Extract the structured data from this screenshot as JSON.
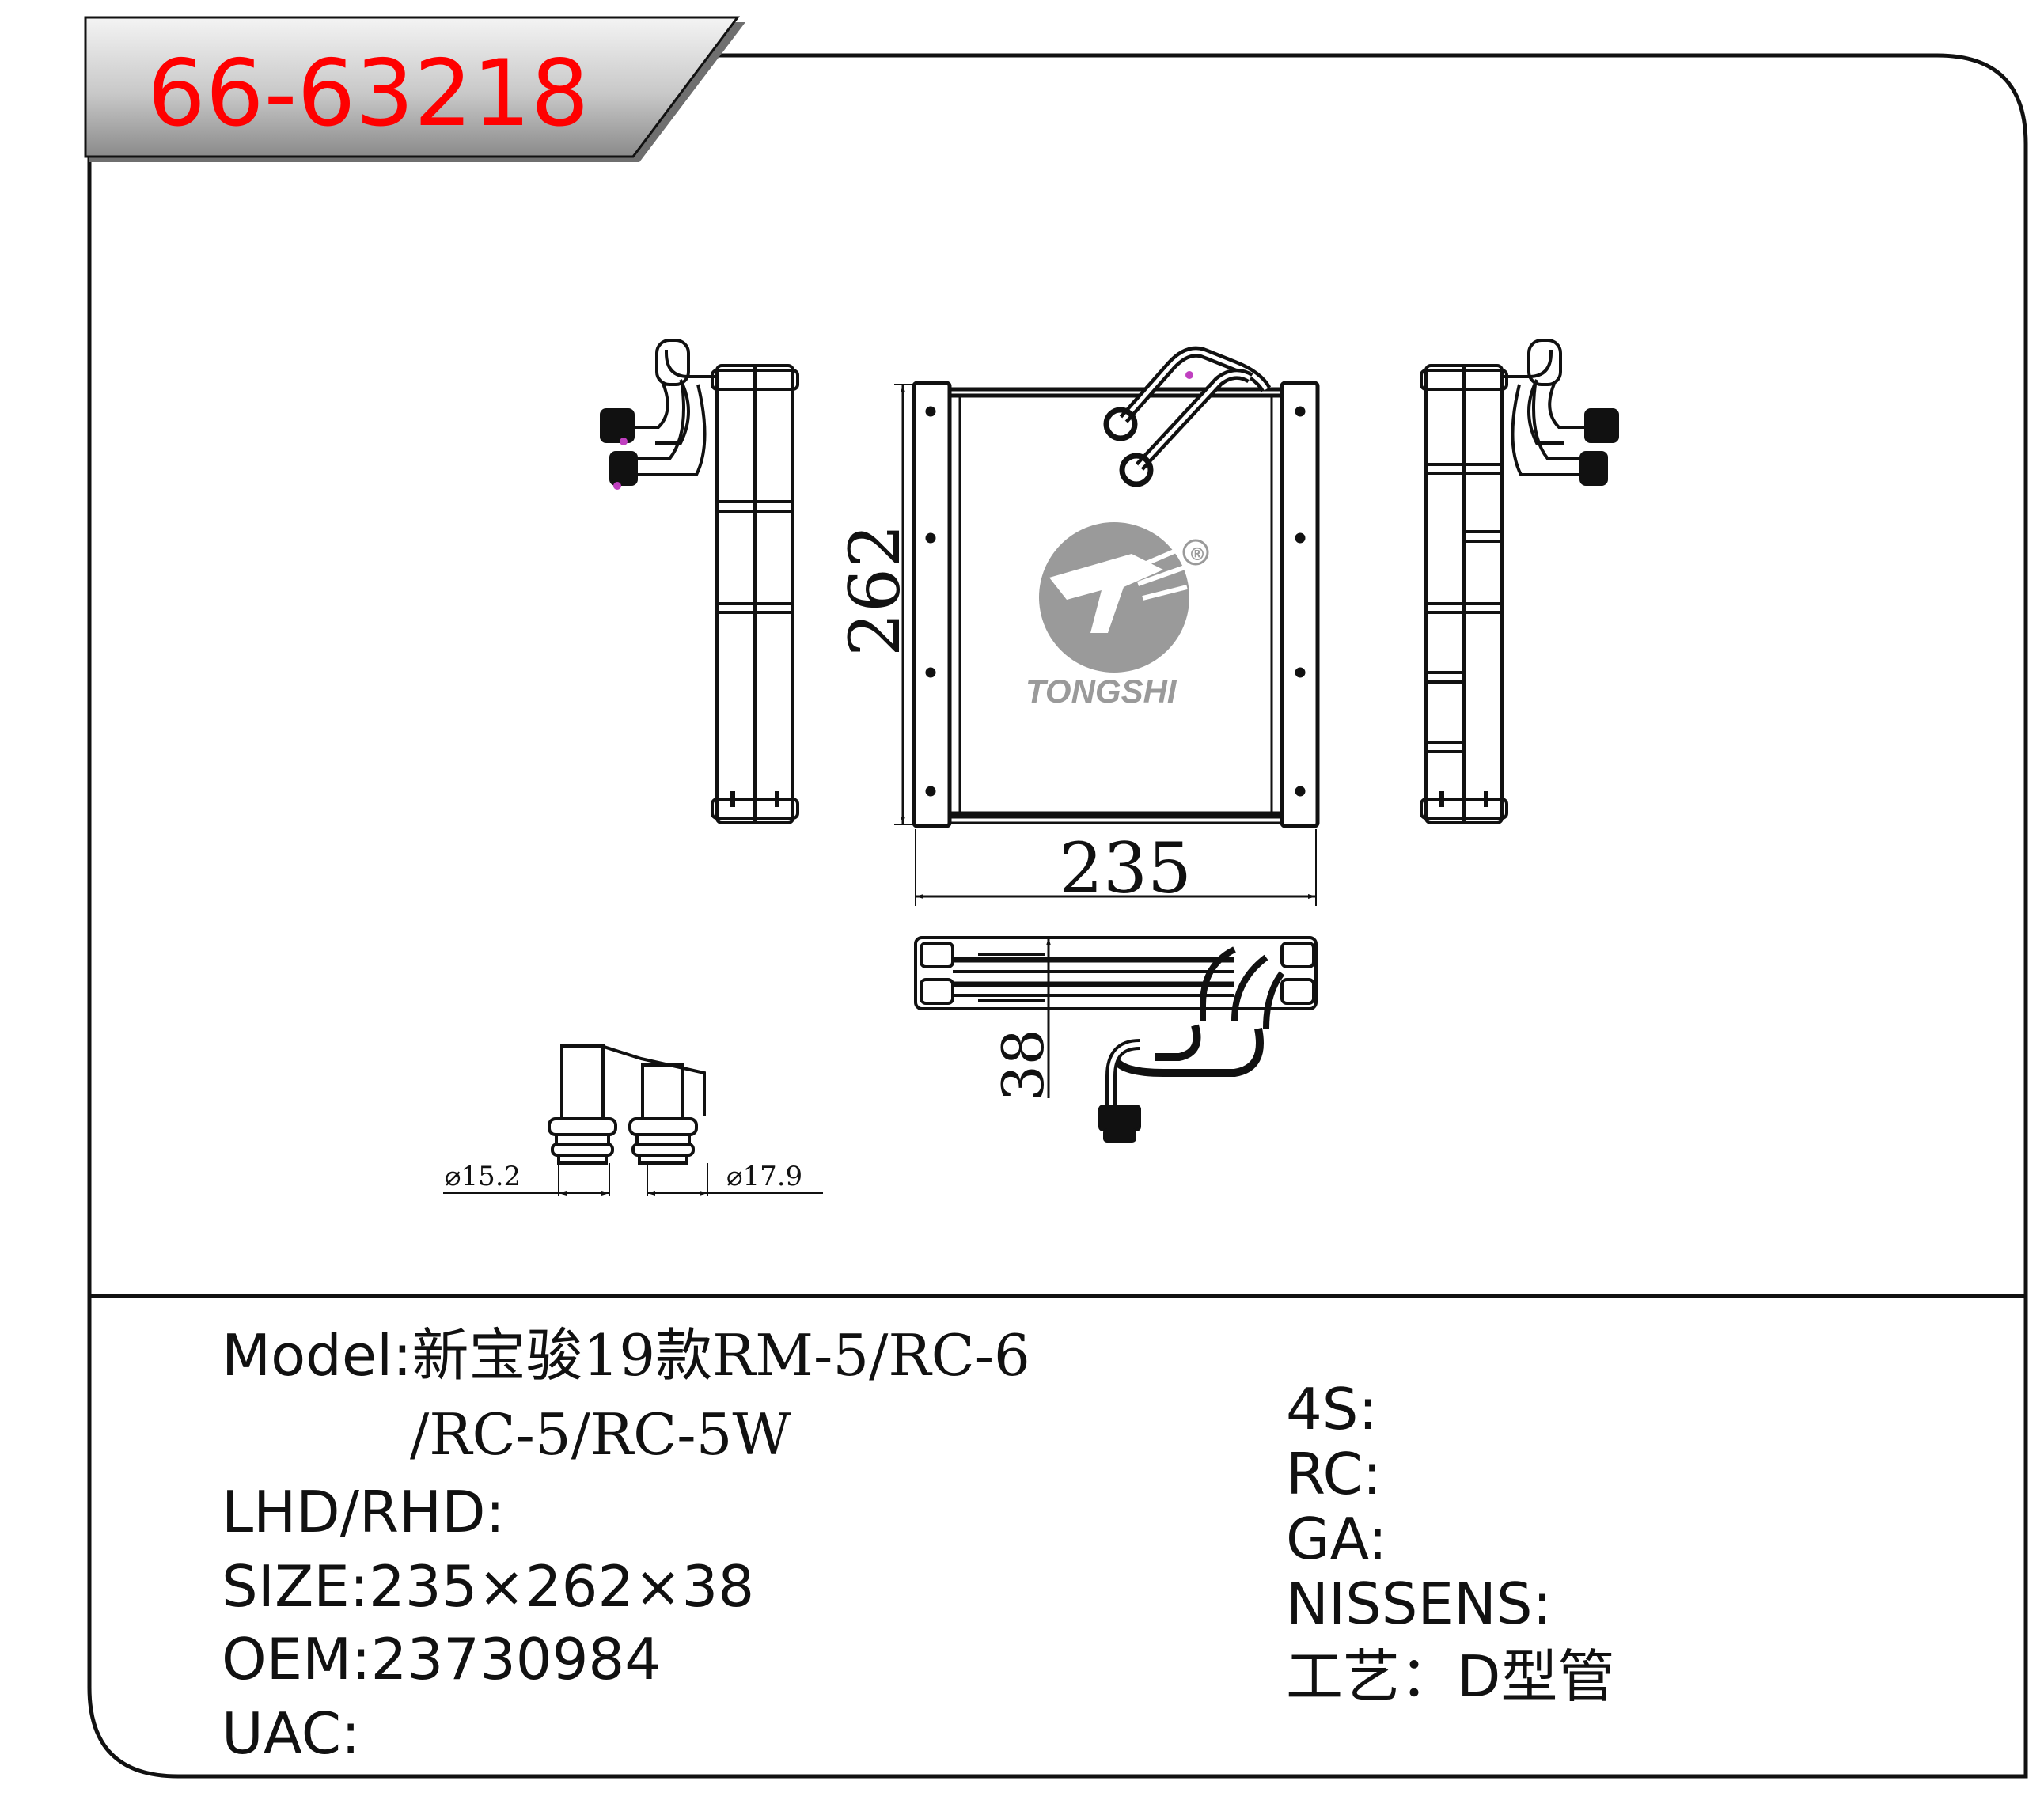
{
  "part_number": "66-63218",
  "colors": {
    "part_number": "#ff0000",
    "frame": "#111111",
    "logo": "#9a9a9a"
  },
  "dimensions": {
    "height": "262",
    "width": "235",
    "depth": "38",
    "pipe_small": "⌀15.2",
    "pipe_large": "⌀17.9"
  },
  "logo": {
    "brand": "TONGSHI",
    "mark": "®",
    "icon": "tongshi-logo-icon"
  },
  "specs_left": [
    {
      "label": "Model",
      "sep": ":",
      "value": "新宝骏19款RM-5/RC-6",
      "value2": "/RC-5/RC-5W"
    },
    {
      "label": "LHD/RHD",
      "sep": ":",
      "value": ""
    },
    {
      "label": "SIZE",
      "sep": ":",
      "value": "235×262×38"
    },
    {
      "label": "OEM",
      "sep": ":",
      "value": "23730984"
    },
    {
      "label": "UAC",
      "sep": ":",
      "value": ""
    }
  ],
  "specs_right": [
    {
      "label": "4S",
      "sep": ":",
      "value": ""
    },
    {
      "label": "RC",
      "sep": ":",
      "value": ""
    },
    {
      "label": "GA",
      "sep": ":",
      "value": ""
    },
    {
      "label": "NISSENS",
      "sep": ":",
      "value": ""
    },
    {
      "label": "工艺",
      "sep": "：",
      "value": "D型管"
    }
  ]
}
